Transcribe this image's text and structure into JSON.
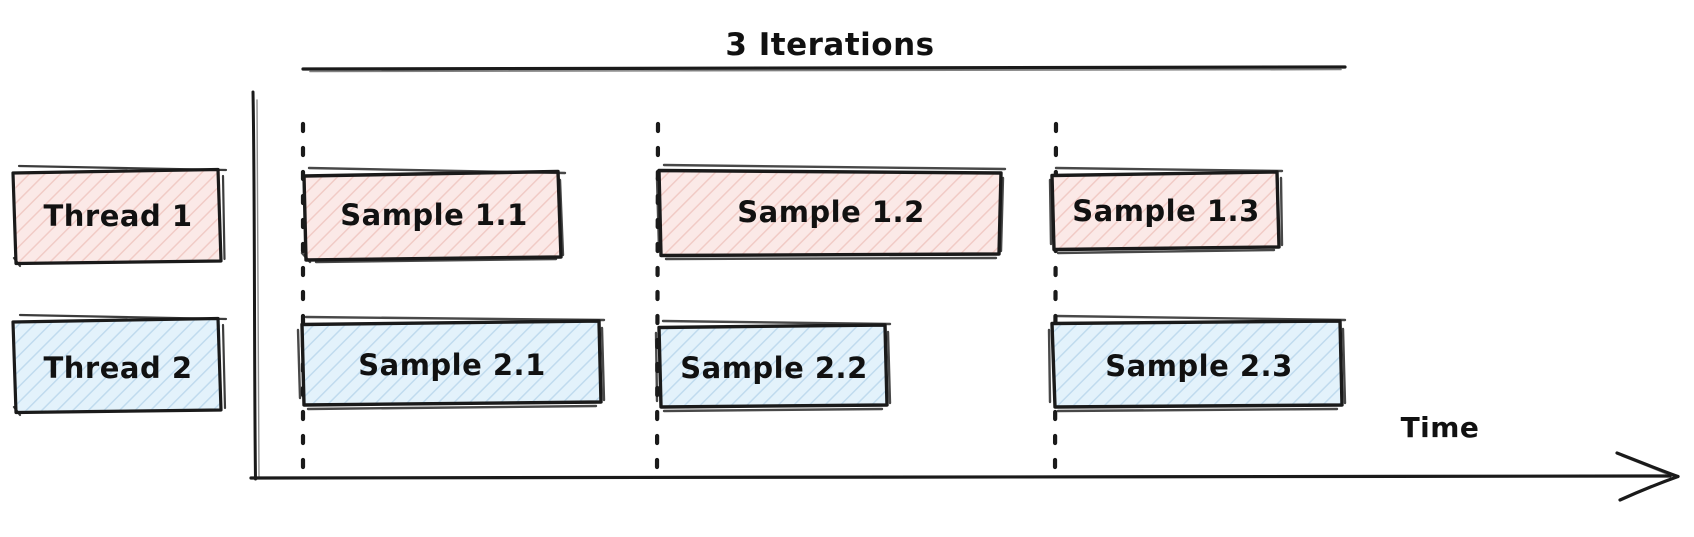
{
  "diagram": {
    "title": "3 Iterations",
    "axis_label": "Time",
    "lanes": [
      {
        "id": "thread-1",
        "label": "Thread 1",
        "fill": "#fbe9e7",
        "hatch": "#e9b8b0"
      },
      {
        "id": "thread-2",
        "label": "Thread 2",
        "fill": "#e3f2fb",
        "hatch": "#a8c9e4"
      }
    ],
    "samples": [
      {
        "lane": "thread-1",
        "label": "Sample 1.1",
        "iteration": 1
      },
      {
        "lane": "thread-1",
        "label": "Sample 1.2",
        "iteration": 2
      },
      {
        "lane": "thread-1",
        "label": "Sample 1.3",
        "iteration": 3
      },
      {
        "lane": "thread-2",
        "label": "Sample 2.1",
        "iteration": 1
      },
      {
        "lane": "thread-2",
        "label": "Sample 2.2",
        "iteration": 2
      },
      {
        "lane": "thread-2",
        "label": "Sample 2.3",
        "iteration": 3
      }
    ],
    "iteration_count": 3,
    "colors": {
      "ink": "#1a1a1a",
      "thread1_fill": "#fbe9e7",
      "thread1_hatch": "#e9b8b0",
      "thread2_fill": "#e3f2fb",
      "thread2_hatch": "#a8c9e4",
      "background": "#ffffff"
    }
  }
}
